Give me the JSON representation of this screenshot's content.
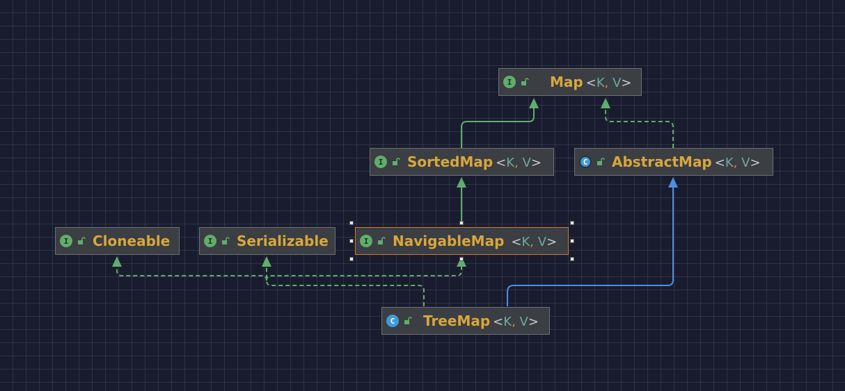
{
  "nodes": {
    "map": {
      "name": "Map",
      "kind": "interface",
      "type_params": [
        "K",
        "V"
      ]
    },
    "sorted_map": {
      "name": "SortedMap",
      "kind": "interface",
      "type_params": [
        "K",
        "V"
      ]
    },
    "abstract_map": {
      "name": "AbstractMap",
      "kind": "abstract-class",
      "type_params": [
        "K",
        "V"
      ]
    },
    "cloneable": {
      "name": "Cloneable",
      "kind": "interface"
    },
    "serializable": {
      "name": "Serializable",
      "kind": "interface"
    },
    "navigable_map": {
      "name": "NavigableMap",
      "kind": "interface",
      "type_params": [
        "K",
        "V"
      ],
      "selected": true
    },
    "tree_map": {
      "name": "TreeMap",
      "kind": "class",
      "type_params": [
        "K",
        "V"
      ]
    }
  },
  "badges": {
    "interface": "I",
    "class": "C"
  },
  "generic_open": "<",
  "generic_close": ">",
  "generic_sep": ",",
  "edges": [
    {
      "from": "sorted_map",
      "to": "map",
      "style": "extends"
    },
    {
      "from": "abstract_map",
      "to": "map",
      "style": "implements"
    },
    {
      "from": "navigable_map",
      "to": "sorted_map",
      "style": "extends"
    },
    {
      "from": "tree_map",
      "to": "abstract_map",
      "style": "class-extends"
    },
    {
      "from": "tree_map",
      "to": "cloneable",
      "style": "implements"
    },
    {
      "from": "tree_map",
      "to": "serializable",
      "style": "implements"
    },
    {
      "from": "tree_map",
      "to": "navigable_map",
      "style": "implements"
    }
  ],
  "colors": {
    "background": "#191c2e",
    "node_fill": "#3b3e43",
    "class_name": "#d8a73c",
    "interface_badge": "#5fae6c",
    "class_badge": "#3f9bd8",
    "edge_extends": "#5fae6c",
    "edge_implements": "#5fae6c",
    "edge_class_extends": "#4d8fe0",
    "selection_border": "#d07a32"
  }
}
